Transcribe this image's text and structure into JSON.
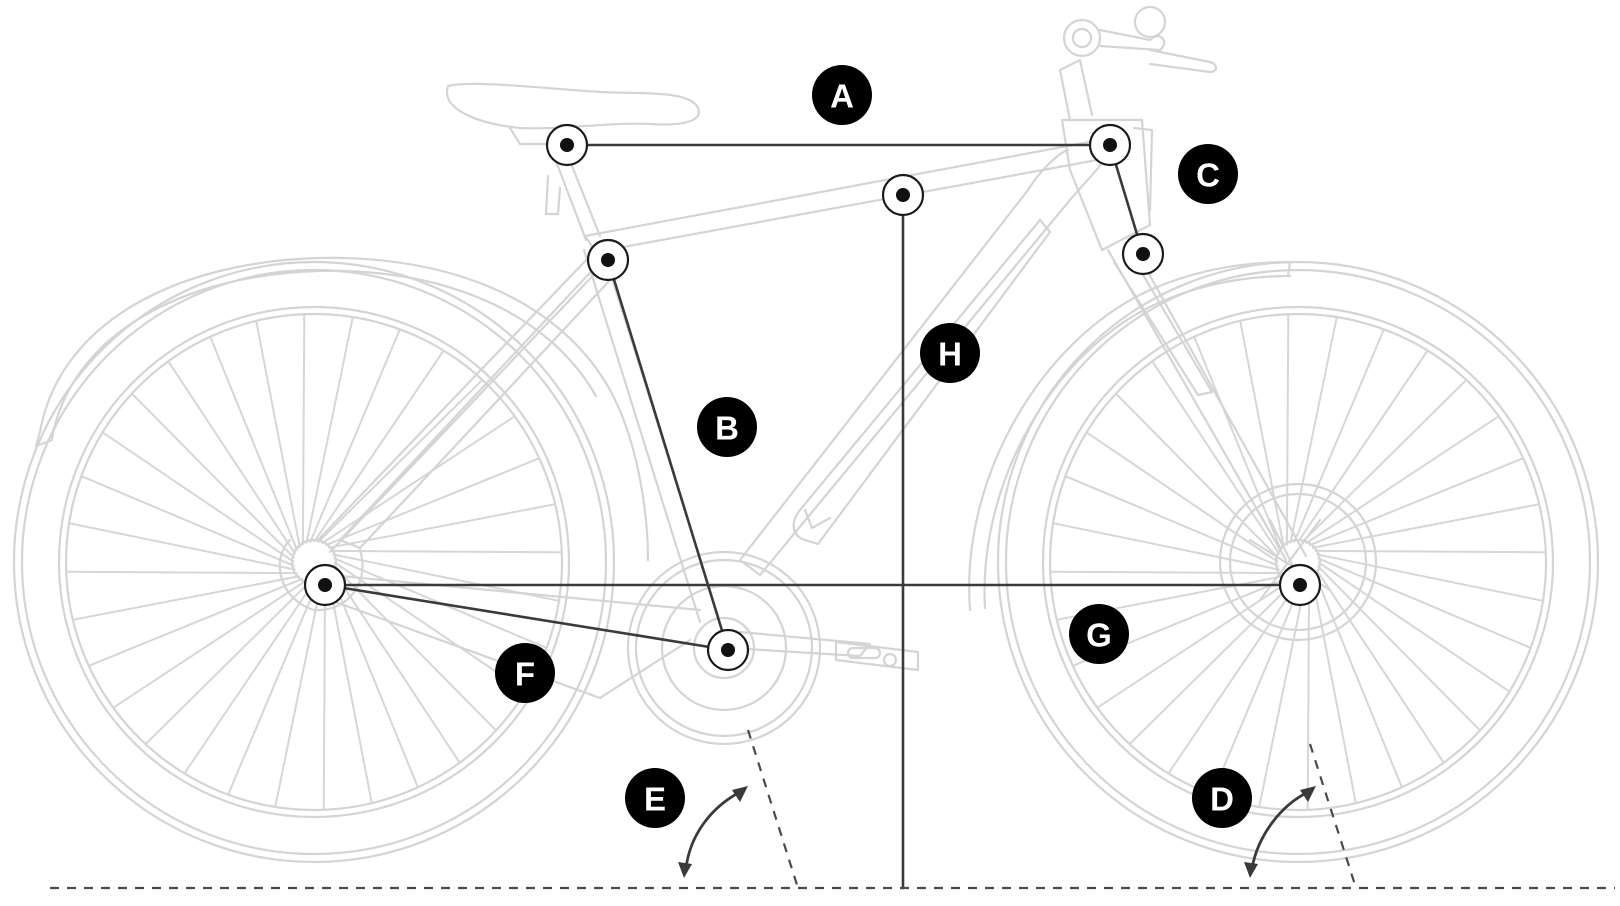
{
  "diagram": {
    "labels": {
      "a": "A",
      "b": "B",
      "c": "C",
      "d": "D",
      "e": "E",
      "f": "F",
      "g": "G",
      "h": "H"
    }
  },
  "colors": {
    "bike_outline": "#d4d4d4",
    "measurement_line": "#3a3a3a",
    "badge": "#000000",
    "badge_text": "#ffffff"
  }
}
